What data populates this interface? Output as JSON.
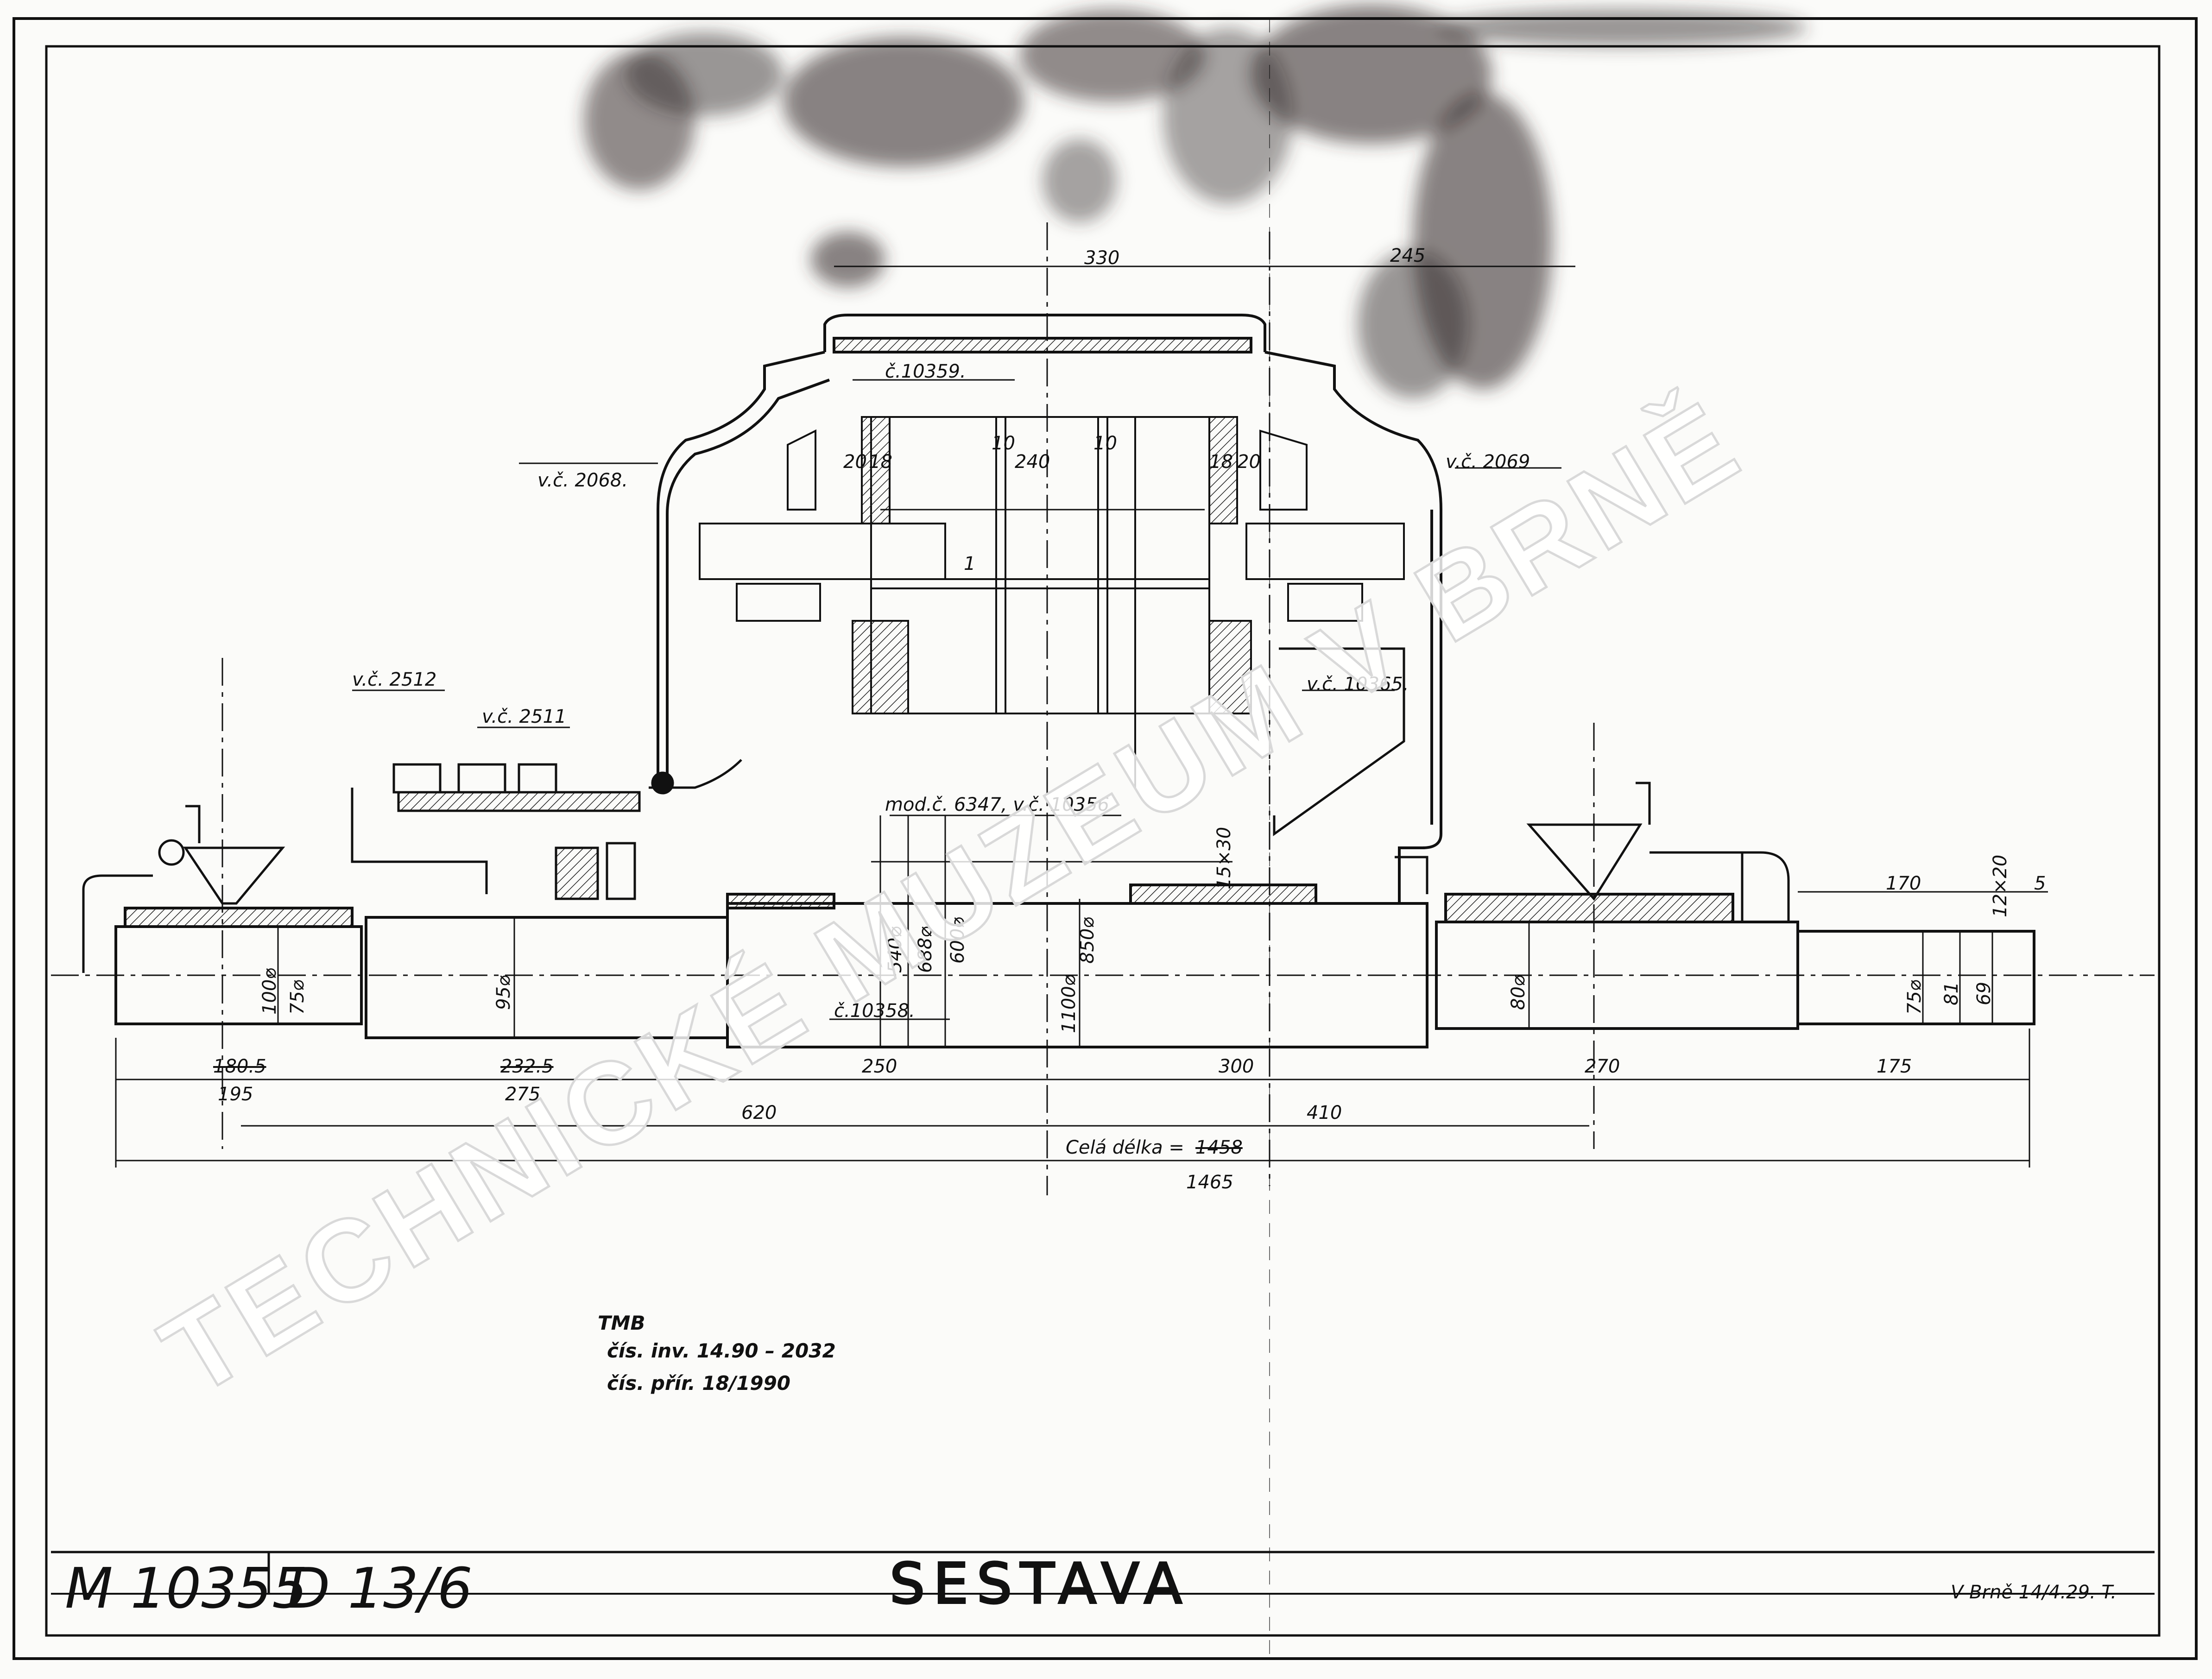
{
  "drawing": {
    "part_labels": {
      "c10359": "č.10359.",
      "vc2068": "v.č. 2068.",
      "vc2069": "v.č. 2069",
      "vc2512": "v.č. 2512",
      "vc2511": "v.č. 2511",
      "vc10365": "v.č. 10365.",
      "mod6347": "mod.č. 6347, v.č. 10356",
      "c10358": "č.10358."
    },
    "dimensions": {
      "top_330": "330",
      "top_245": "245",
      "d18a": "18",
      "d18b": "18",
      "d20a": "20",
      "d20b": "20",
      "d10a": "10",
      "d10b": "10",
      "d240": "240",
      "d1": "1",
      "d540": "540⌀",
      "d688": "688⌀",
      "d600": "600⌀",
      "d850": "850⌀",
      "d1100": "1100⌀",
      "d951": "95⌀",
      "d100": "100⌀",
      "d75": "75⌀",
      "d80": "80⌀",
      "d75r": "75⌀",
      "d81": "81",
      "d69": "69",
      "d15x30": "15×30",
      "d12x20": "12×20",
      "d5": "5",
      "d170": "170",
      "len_1805_struck": "180.5",
      "len_195": "195",
      "len_2325_struck": "232.5",
      "len_275": "275",
      "len_250": "250",
      "len_300": "300",
      "len_270": "270",
      "len_175": "175",
      "len_620": "620",
      "len_410": "410",
      "total_label": "Celá délka =",
      "total_old": "1458",
      "total_new": "1465"
    },
    "stamp_note": {
      "line1": "TMB",
      "line2": "čís. inv. 14.90 – 2032",
      "line3": "čís. přír. 18/1990"
    }
  },
  "title_block": {
    "drawing_number": "M 10355",
    "sheet": "D 13/6",
    "title": "SESTAVA",
    "date_signature": "V Brně 14/4.29. T."
  },
  "watermark": "TECHNICKÉ MUZEUM V BRNĚ",
  "colors": {
    "paper": "#fbfbf9",
    "ink": "#111111",
    "stain": "#3a3030"
  }
}
